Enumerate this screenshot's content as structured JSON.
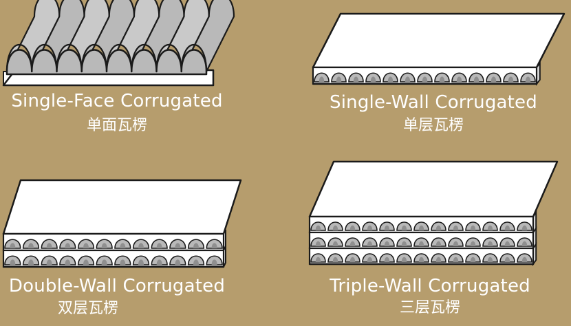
{
  "background": "#b69d6d",
  "colors": {
    "outline": "#1a1a1a",
    "liner": "#ffffff",
    "flute_fill": "#b9b9b9",
    "flute_shadow": "#8f8f8f",
    "text": "#ffffff"
  },
  "panels": [
    {
      "id": "single-face",
      "label_en": "Single-Face Corrugated",
      "label_zh": "单面瓦楞",
      "flute_layers": 1,
      "has_top_liner": false
    },
    {
      "id": "single-wall",
      "label_en": "Single-Wall Corrugated",
      "label_zh": "单层瓦楞",
      "flute_layers": 1,
      "has_top_liner": true
    },
    {
      "id": "double-wall",
      "label_en": "Double-Wall Corrugated",
      "label_zh": "双层瓦楞",
      "flute_layers": 2,
      "has_top_liner": true
    },
    {
      "id": "triple-wall",
      "label_en": "Triple-Wall Corrugated",
      "label_zh": "三层瓦楞",
      "flute_layers": 3,
      "has_top_liner": true
    }
  ]
}
